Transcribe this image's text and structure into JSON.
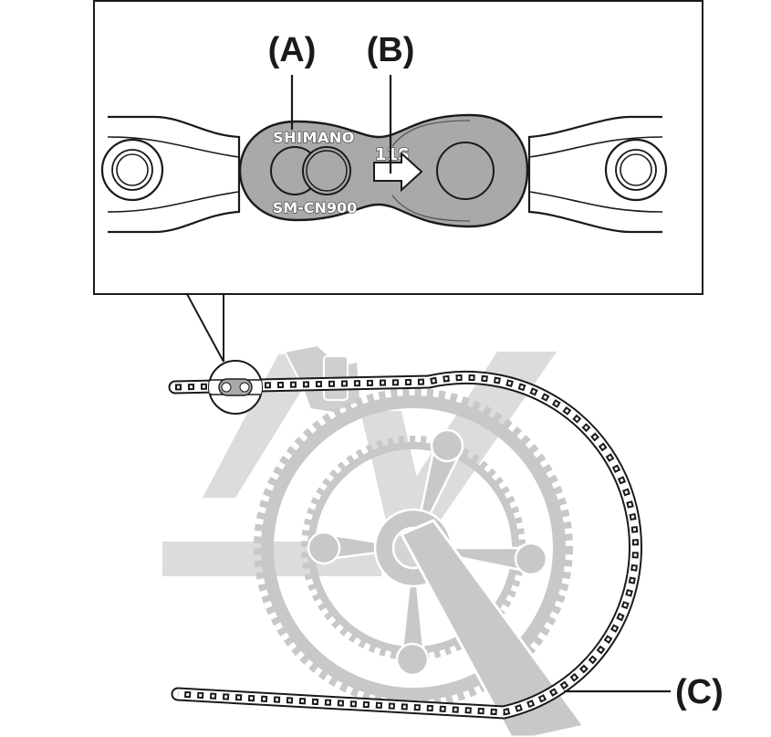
{
  "labels": {
    "a": "(A)",
    "b": "(B)",
    "c": "(C)"
  },
  "link_plate": {
    "brand": "SHIMANO",
    "speed": "11S",
    "model": "SM-CN900"
  },
  "icons": {
    "direction_arrow": "arrow-right-icon"
  },
  "colors": {
    "line": "#1a1a1a",
    "quick_link": "#a9a9a9",
    "drivetrain": "#c8c8c8",
    "frame": "#dcdcdc",
    "background": "#ffffff"
  }
}
